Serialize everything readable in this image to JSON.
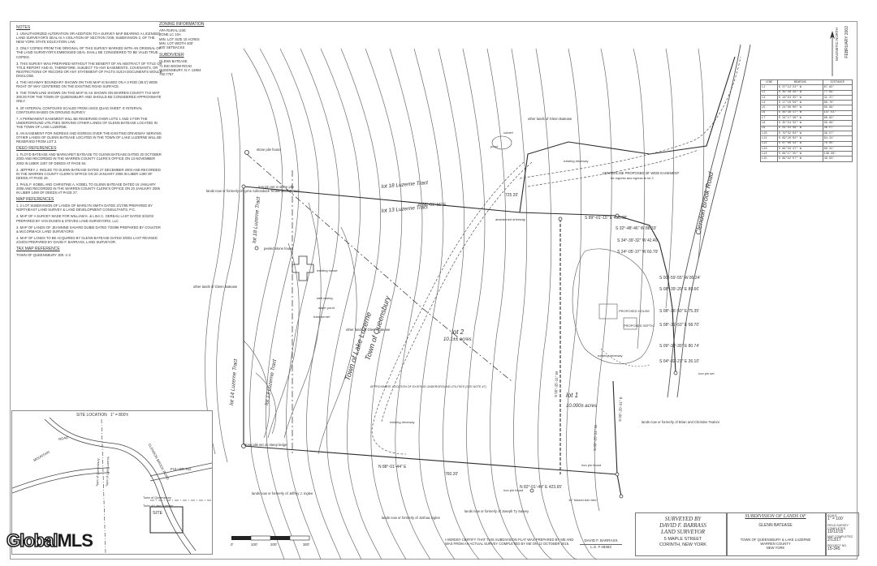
{
  "notes": {
    "heading": "NOTES",
    "items": [
      "1. UNAUTHORIZED ALTERATION OR ADDITION TO A SURVEY MAP BEARING A LICENSED LAND SURVEYOR'S SEAL IS A VIOLATION OF SECTION 7209, SUBDIVISION 2, OF THE NEW YORK STATE EDUCATION LAW.",
      "2. ONLY COPIES FROM THE ORIGINAL OF THIS SURVEY MARKED WITH AN ORIGINAL OF THE LAND SURVEYOR'S EMBOSSED SEAL SHALL BE CONSIDERED TO BE VALID TRUE COPIES.",
      "3. THIS SURVEY WAS PREPARED WITHOUT THE BENEFIT OF AN ABSTRACT OF TITLE OR TITLE REPORT AND IS, THEREFORE, SUBJECT TO ANY EASEMENTS, COVENANTS, OR RESTRICTIONS OF RECORD OR ANY STATEMENT OF FACTS SUCH DOCUMENTS WOULD DISCLOSE.",
      "4. THE HIGHWAY BOUNDARY SHOWN ON THIS MAP IS BASED ON A 3 ROD (49.5') WIDE RIGHT OF WAY CENTERED ON THE EXISTING ROAD SURFACE.",
      "5. THE TOWN LINE SHOWN ON THIS MAP IS AS SHOWN ON WARREN COUNTY TAX MAP 300.00 FOR THE TOWN OF QUEENSBURY AND SHOULD BE CONSIDERED APPROXIMATE ONLY.",
      "6. 20' INTERVAL CONTOURS SCALED FROM USGS QUAD SHEET. 5' INTERVAL CONTOURS BASED ON GROUND SURVEY.",
      "7. A PERMANENT EASEMENT WILL BE RESERVED OVER LOTS 1 AND 2 FOR THE UNDERGROUND UTILITIES SERVING OTHER LANDS OF GLENN BATEASE LOCATED IN THE TOWN OF LAKE LUZERNE.",
      "8. AN EASEMENT FOR INGRESS AND EGRESS OVER THE EXISTING DRIVEWAY SERVING OTHER LANDS OF GLENN BATEASE LOCATED IN THE TOWN OF LAKE LUZERNE WILL BE RESERVED FROM LOT 2."
    ],
    "deed_heading": "DEED REFERENCES",
    "deeds": [
      "1. FLOYD BATEASE AND MARGARET BATEASE TO GLENN BATEASE DATED 20 OCTOBER 2003 AND RECORDED IN THE WARREN COUNTY CLERK'S OFFICE ON 13 NOVEMBER 2003 IN LIBER 1357 OF DEEDS AT PAGE 84.",
      "2. JEFFREY J. INGLEE TO GLENN BATEASE DATED 27 DECEMBER 2003 AND RECORDED IN THE WARREN COUNTY CLERK'S OFFICE ON 20 JANUARY 2006 IN LIBER 1490 OF DEEDS AT PAGE 29.",
      "3. PAUL F. KOBEL AND CHRISTINE A. KOBEL TO GLENN BATEASE DATED 19 JANUARY 2006 AND RECORDED IN THE WARREN COUNTY CLERK'S OFFICE ON 20 JANUARY 2006 IN LIBER 1490 OF DEEDS AT PAGE 27."
    ],
    "map_heading": "MAP REFERENCES",
    "maps": [
      "1. 2 LOT SUBDIVISION OF LANDS OF MARILYN SMITH DATED 2/17/95 PREPARED BY NORTHEAST LAND SURVEY & LAND DEVELOPMENT CONSULTANTS, P.C.",
      "2. MAP OF A SURVEY MADE FOR WILLIAM K. & LISA C. GEREAU LAST DATED 3/22/02 PREPARED BY VAN DUSEN & STEVES LAND SURVEYORS, LLC",
      "3. MAP OF LANDS OF JEANNINE SAVARD DUBIE DATED 7/20/98 PREPARED BY COULTER & McCORMACK LAND SURVEYORS",
      "4. MAP OF LANDS TO BE ACQUIRED BY GLENN BATEASE DATED 3/6/02 LAST REVISED 2/24/04 PREPARED BY DAVID F. BARRASS, LAND SURVEYOR."
    ],
    "tax_heading": "TAX MAP REFERENCE",
    "tax": "TOWN OF QUEENSBURY 300.-1-3"
  },
  "zoning": {
    "heading": "ZONING INFORMATION",
    "lines": [
      "APA RURAL USE",
      "ZONE LC 10A",
      "MIN. LOT SIZE 10 ACRES",
      "MIN. LOT WIDTH 400'",
      "100' SETBACKS"
    ],
    "subdivider_heading": "SUBDIVIDER",
    "subdivider": [
      "GLENN BATEASE",
      "71 BIG BOOM ROAD",
      "QUEENSBURY, N.Y. 12804",
      "792-7757"
    ]
  },
  "north": {
    "label": "MAGNETIC NORTH",
    "date": "FEBRUARY 2002"
  },
  "line_table": {
    "headers": [
      "LINE",
      "BEARING",
      "DISTANCE"
    ],
    "rows": [
      [
        "L1",
        "S 37°12'22\" W",
        "67.82'"
      ],
      [
        "L2",
        "S 39°48'26\" W",
        "77.69'"
      ],
      [
        "L3",
        "S 18°03'25\" W",
        "41.37'"
      ],
      [
        "L4",
        "S 17°16'56\" W",
        "86.70'"
      ],
      [
        "L5",
        "S 24°06'00\" W",
        "85.99'"
      ],
      [
        "L6",
        "S 46°36'17\" W",
        "147.51'"
      ],
      [
        "L7",
        "S 34°17'49\" W",
        "60.82'"
      ],
      [
        "L8",
        "S 35°54'32\" W",
        "39.89'"
      ],
      [
        "L9",
        "S 56°03'08\" W",
        "46.57'"
      ],
      [
        "L10",
        "S 70°52'03\" W",
        "39.57'"
      ],
      [
        "L11",
        "S 69°20'02\" W",
        "64.24'"
      ],
      [
        "L12",
        "S 67°06'34\" W",
        "70.05'"
      ],
      [
        "L13",
        "S 86°59'47\" W",
        "69.31'"
      ],
      [
        "L14",
        "S 86°17'35\" W",
        "136.06'"
      ],
      [
        "L15",
        "S 89°02'57\" W",
        "49.63'"
      ]
    ]
  },
  "map_labels": {
    "lot18": "lot 18 Luzerne Tract",
    "lot13a": "lot 13 Luzerne Tract",
    "lot18b": "lot 18 Luzerne Tract",
    "lot14": "lot 14 Luzerne Tract",
    "lot13b": "lot 13 Luzerne Tract",
    "town_luzerne": "Town of Lake Luzerne",
    "town_queensbury": "Town of Queensbury",
    "lot2": "lot 2",
    "lot2_area": "10.1±± acres",
    "lot1": "lot 1",
    "lot1_area": "10.000± acres",
    "clendon": "Clendon Brook Road",
    "lyme": "lands now or formerly of Lyme Adirondack Timberlands II, LLC",
    "stone_pile": "stone pile found",
    "iron_pin_stone": "iron pin set in stone pile",
    "other_batease1": "other lands of Glenn Batease",
    "other_batease2": "other lands of Glenn Batease",
    "other_batease3": "other lands of Glenn Batease",
    "existing_house": "existing house",
    "well": "well casing",
    "water_pond": "water pond",
    "transformer": "transformer",
    "peeled": "peeled stone found",
    "abandoned": "abandoned driveway",
    "existing_driveway": "existing driveway",
    "existing_driveway2": "existing driveway",
    "existing_driveway3": "existing driveway",
    "centerline": "CENTERLINE PROPOSED 30' WIDE EASEMENT",
    "centerline2": "for ingress and egress to lot 2",
    "culvert": "culvert",
    "pond": "pond",
    "approx_util": "APPROXIMATE LOCATION OF EXISTING UNDERGROUND UTILITIES (SEE NOTE #7)",
    "proposed_house": "PROPOSED HOUSE",
    "proposed_septic": "PROPOSED SEPTIC",
    "stone_ledge": "stone pile set on steep ledge",
    "brian": "lands now or formerly of Brian and Christine Tealoni",
    "jeffrey": "lands now or formerly of Jeffrey J. Inglee",
    "joshua": "lands now or formerly of Joshua Inglee",
    "joseph": "lands now or formerly of Joseph Ty Sarvey",
    "iron_pin": "iron pin found",
    "ash_tree": "16\" blazed Ash tree",
    "iron_pin_found2": "iron pin found",
    "d1": "N 88°-01'-15\" E",
    "d1b": "725.20'",
    "d2": "S 89°-01'-15\" E 498.08'",
    "d3": "S 32°-48'-46\" W 88.33'",
    "d4": "S 34°-39'-32\" W 42.40'",
    "d5": "S 24°-05'-37\" W 60.79'",
    "d6": "S 00°-59'-55\" W 89.24'",
    "d7": "S 08°-39'-20\" E 89.66'",
    "d8": "S 08°-16'-50\" E 75.35'",
    "d9": "S 08°-31'-53\" E 58.70'",
    "d10": "S 09°-39'-39\" E 80.74'",
    "d11": "S 04°-02'-21\" E 26.10'",
    "d12": "N 88°-01'-44\" E",
    "d12b": "760.20'",
    "d13": "N 82°-01'-44\" E 423.65'",
    "d14": "S 00°-20'-31\" W",
    "d15": "S 00°-35'-31\" W",
    "d16": "S 00°-20'-31\" E",
    "iron_pin_set": "iron pin set"
  },
  "scale": {
    "ticks": [
      "0'",
      "100'",
      "200'",
      "300'"
    ]
  },
  "site_map": {
    "title": "SITE LOCATION",
    "scale": "1\" = 800'±",
    "site": "SITE",
    "labels": [
      "FULLER RD.",
      "CLENDON BROOK ROAD",
      "MOUNTAIN",
      "ROAD",
      "Town of Queensbury",
      "Town of Lake Luzerne",
      "Town of Queensbury",
      "Town of Lake Luzerne"
    ]
  },
  "certification": "I HEREBY CERTIFY THAT THIS SUBDIVISION PLAT WAS PREPARED BY ME AND WAS FROM AN ACTUAL SURVEY COMPLETED BY ME ON 12 OCTOBER 2015.",
  "signature": {
    "name": "DAVID F. BARRASS",
    "license": "L.S. # 49363"
  },
  "surveyor": {
    "line1": "SURVEYED BY",
    "line2": "DAVID F. BARRASS",
    "line3": "LAND SURVEYOR",
    "address1": "5 MAPLE STREET",
    "address2": "CORINTH, NEW YORK"
  },
  "title_block": {
    "title": "SUBDIVISION OF LANDS OF",
    "owner": "GLENN BATEASE",
    "location1": "TOWN OF QUEENSBURY & LAKE LUZERNE",
    "location2": "WARREN COUNTY",
    "location3": "NEW YORK"
  },
  "meta": {
    "scale_label": "SCALE",
    "scale": "1\" = 100'",
    "field_label": "FIELD SURVEY COMPLETED",
    "field": "10/12/15",
    "map_label": "MAP COMPLETED",
    "map": "2/13/17",
    "project_label": "PROJECT NO.",
    "project": "15-345"
  },
  "watermark": {
    "a": "Global",
    "b": "MLS"
  }
}
